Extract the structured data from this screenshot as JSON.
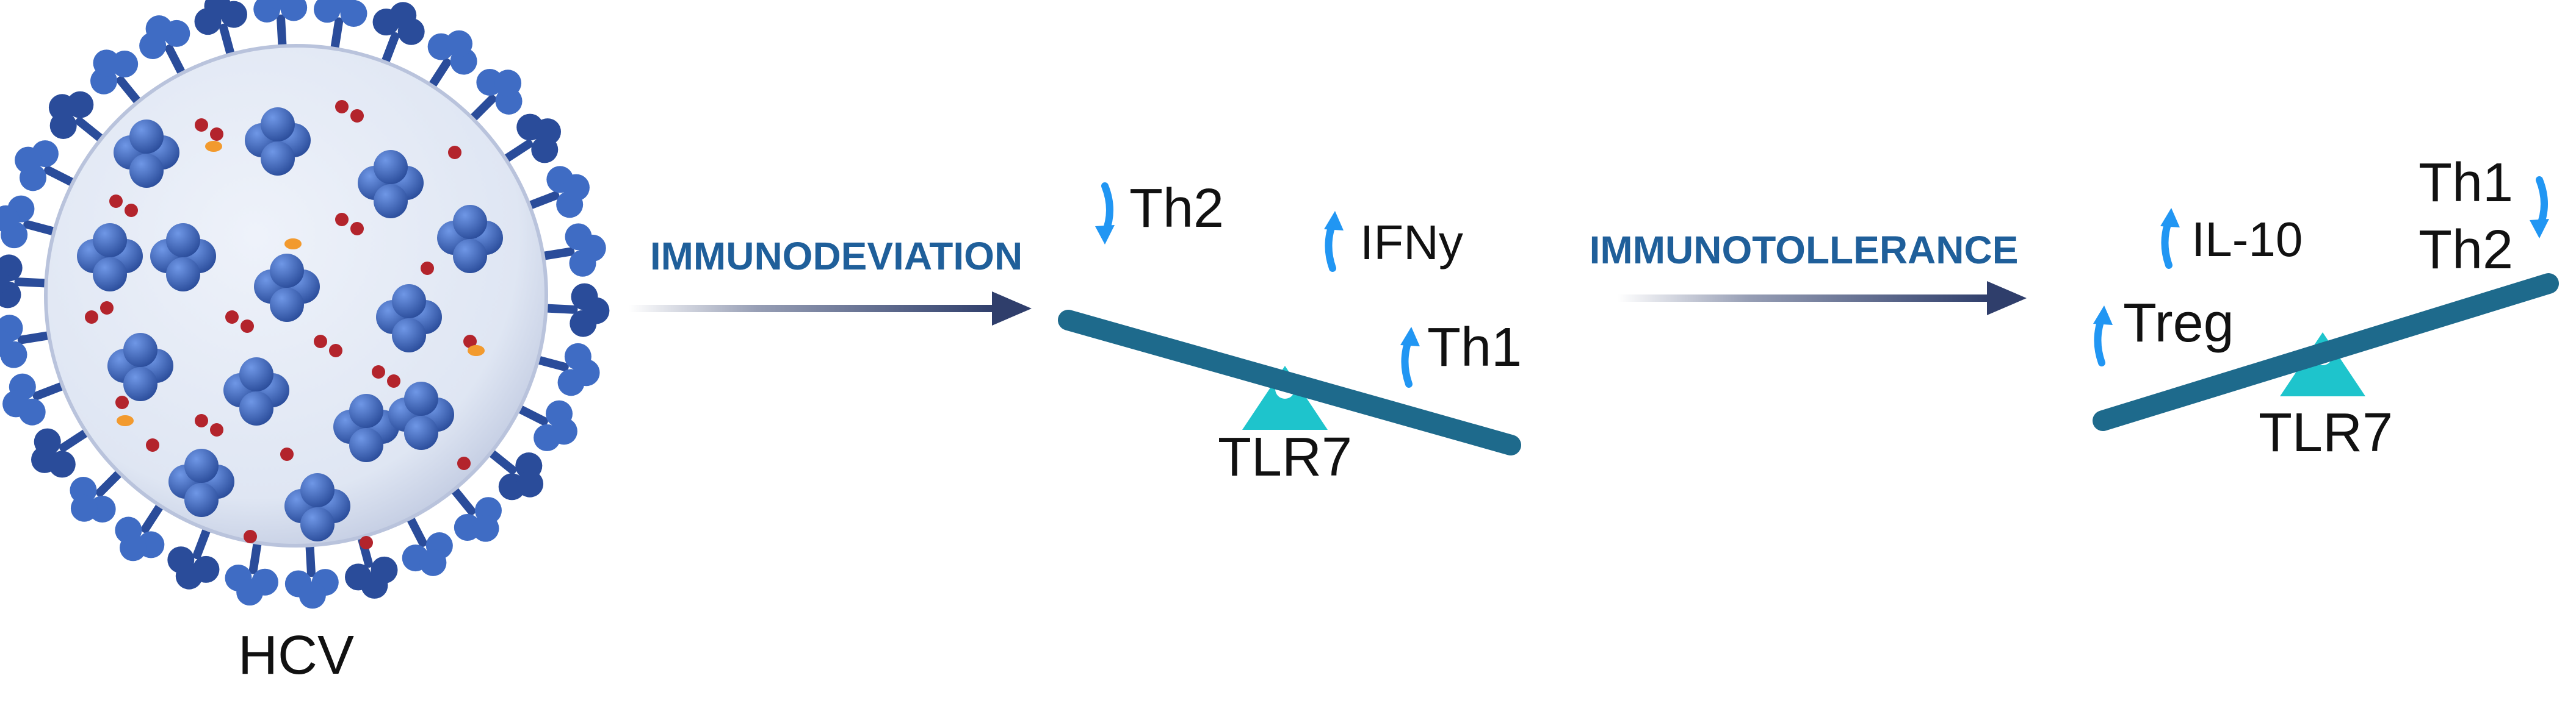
{
  "virus": {
    "label": "HCV",
    "icon": "virus-icon"
  },
  "process_1": {
    "label": "IMMUNODEVIATION"
  },
  "process_2": {
    "label": "IMMUNOTOLLERANCE"
  },
  "seesaw_1": {
    "pivot_label": "TLR7",
    "down_marker": "Th2",
    "up_markers": [
      "IFNy",
      "Th1"
    ]
  },
  "seesaw_2": {
    "pivot_label": "TLR7",
    "up_markers": [
      "IL-10",
      "Treg"
    ],
    "down_markers": [
      "Th1",
      "Th2"
    ]
  },
  "colors": {
    "virus_body": "#dfe6f3",
    "virus_rim": "#b9c3dc",
    "spike": "#3f6cc4",
    "spike_dark": "#2a4c9a",
    "red_dot": "#b3242c",
    "orange_dot": "#f29a2e",
    "beam": "#1e6a8c",
    "pivot": "#1ec4cc",
    "arrow_blue": "#2196f3",
    "process_text": "#1f5f9a",
    "arrow_line": "#2f3e6b"
  }
}
